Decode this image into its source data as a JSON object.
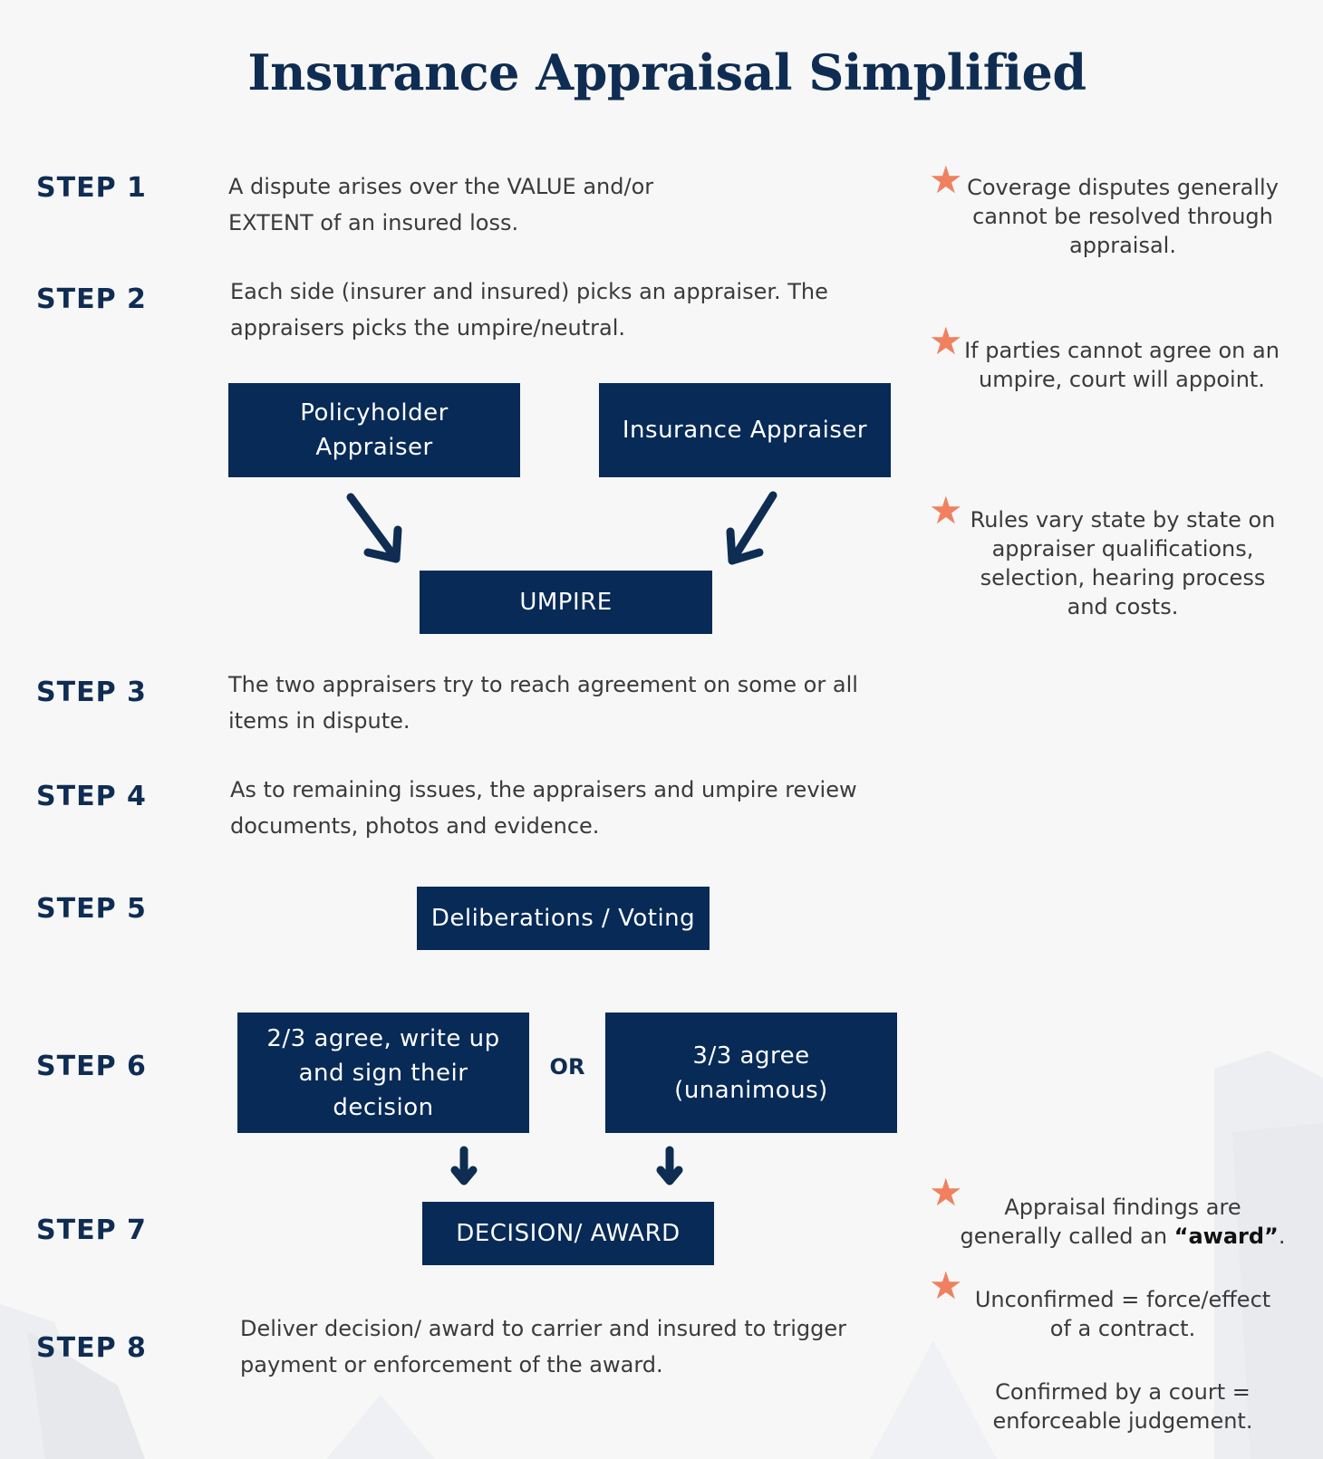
{
  "title": "Insurance Appraisal Simplified",
  "steps": [
    {
      "label": "STEP 1",
      "text": [
        "A dispute arises over the VALUE and/or",
        "EXTENT of an insured loss."
      ]
    },
    {
      "label": "STEP 2",
      "text": [
        "Each side (insurer and insured) picks an appraiser. The",
        "appraisers picks the umpire/neutral."
      ]
    },
    {
      "label": "STEP 3",
      "text": [
        "The two appraisers try to reach agreement on some or all",
        "items in dispute."
      ]
    },
    {
      "label": "STEP 4",
      "text": [
        "As to remaining issues, the appraisers and umpire review",
        "documents, photos and evidence."
      ]
    },
    {
      "label": "STEP 5"
    },
    {
      "label": "STEP 6"
    },
    {
      "label": "STEP 7"
    },
    {
      "label": "STEP 8",
      "text": [
        "Deliver decision/ award to carrier and insured to trigger",
        "payment or enforcement of the award."
      ]
    }
  ],
  "boxes": {
    "policyholder": [
      "Policyholder",
      "Appraiser"
    ],
    "insurance": "Insurance Appraiser",
    "umpire": "UMPIRE",
    "deliberations": "Deliberations / Voting",
    "two_thirds": [
      "2/3 agree, write up",
      "and sign their",
      "decision"
    ],
    "or_label": "OR",
    "three_thirds": [
      "3/3 agree",
      "(unanimous)"
    ],
    "decision": "DECISION/ AWARD"
  },
  "notes": [
    {
      "lines": [
        "Coverage disputes generally",
        "cannot be resolved through",
        "appraisal."
      ]
    },
    {
      "lines": [
        "If parties cannot agree on an",
        "umpire, court will appoint."
      ]
    },
    {
      "lines": [
        "Rules vary state by state on",
        "appraiser qualifications,",
        "selection, hearing process",
        "and costs."
      ]
    },
    {
      "line1": "Appraisal findings are",
      "line2_prefix": "generally called an ",
      "line2_bold": "“award”",
      "line2_suffix": "."
    },
    {
      "lines": [
        "Unconfirmed = force/effect",
        "of a contract."
      ]
    },
    {
      "lines": [
        "Confirmed by a court =",
        "enforceable judgement."
      ]
    }
  ],
  "colors": {
    "navy": "#072a57",
    "heading": "#0f2d52",
    "star": "#ef8160",
    "background": "#f7f7f7"
  },
  "icons": {
    "star": "star-icon",
    "arrow": "arrow-icon"
  }
}
